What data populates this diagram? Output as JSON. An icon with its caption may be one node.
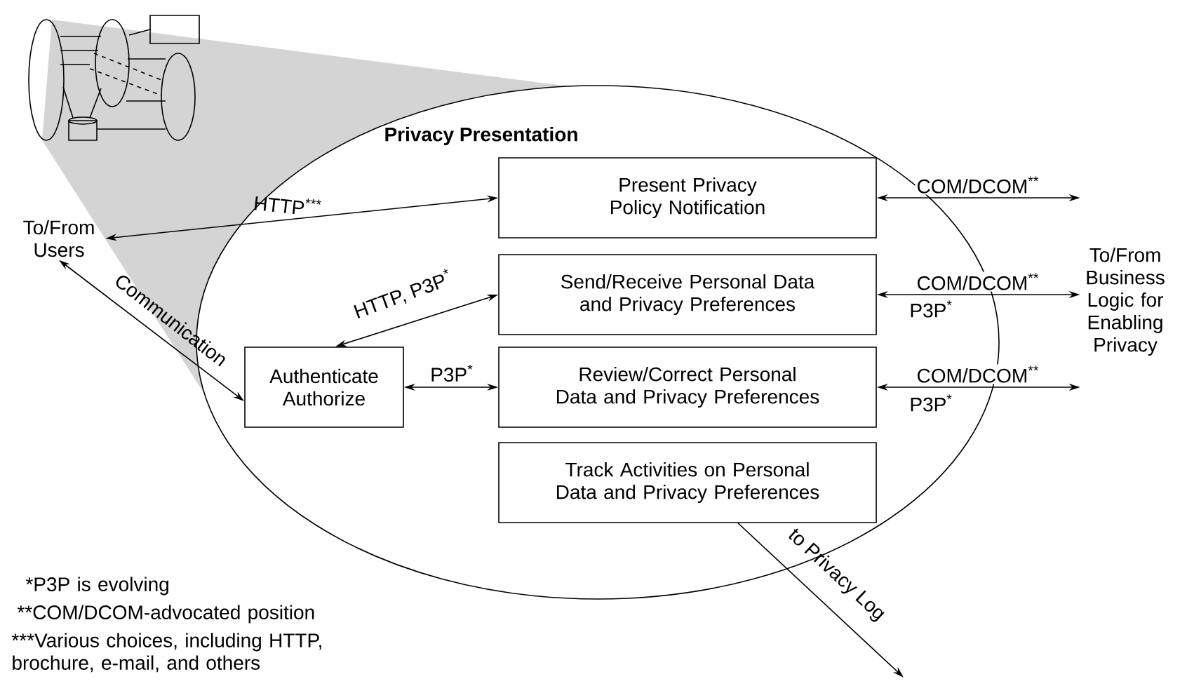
{
  "diagram": {
    "nodes": [
      {
        "text": [
          "Privacy Presentation"
        ]
      },
      {
        "text": [
          "Present Privacy Policy Notification"
        ],
        "in": 0
      },
      {
        "text": [
          "Send/Receive Personal Data and Privacy Preferences"
        ],
        "in": 0
      },
      {
        "text": [
          "Review/Correct Personal Data and Privacy Preferences"
        ],
        "in": 0
      },
      {
        "text": [
          "Track Activities on Personal Data and Privacy Preferences"
        ],
        "in": 0
      },
      {
        "text": [
          "Authenticate Authorize"
        ],
        "in": 0
      },
      {
        "text": [
          "To/From Users"
        ]
      },
      {
        "text": [
          "To/From Business Logic for Enabling Privacy"
        ]
      }
    ],
    "edges": [
      {
        "from": 6,
        "to": 1,
        "arrow": "both",
        "label": "HTTP$^{***}$"
      },
      {
        "from": 6,
        "to": 5,
        "arrow": "both",
        "label": "Communication"
      },
      {
        "from": 5,
        "to": 2,
        "arrow": "both",
        "label": "HTTP, P3P$^{*}$"
      },
      {
        "from": 5,
        "to": 3,
        "arrow": "both",
        "label": "P3P$^{*}$"
      },
      {
        "from": 1,
        "to": 7,
        "arrow": "both",
        "label": "COM/DCOM$^{**}$"
      },
      {
        "from": 2,
        "to": 7,
        "arrow": "both",
        "label": "COM/DCOM$^{**}$"
      },
      {
        "from": 3,
        "to": 7,
        "arrow": "both",
        "label": "COM/DCOM$^{**}$"
      },
      {
        "from": 4,
        "to": null,
        "arrow": "to",
        "label": "to Privacy Log"
      }
    ],
    "labels": [
      "P3P$^{*}$",
      "P3P$^{*}$",
      "*P3P is evolving",
      "**COM/DCOM-advocated position",
      "***Various choices, including HTTP, brochure, e-mail, and others"
    ]
  }
}
